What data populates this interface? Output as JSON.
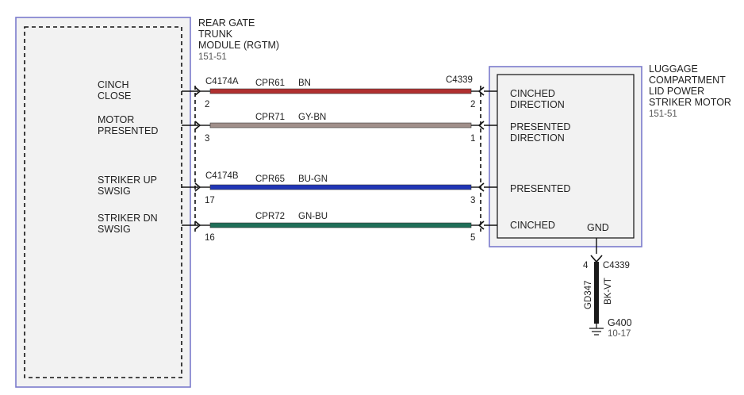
{
  "colors": {
    "module_border": "#7b7bcc",
    "module_fill": "#f2f2f2",
    "wire_bn": "#b03030",
    "wire_gy_bn": "#a08f8a",
    "wire_bu_gn": "#2035b5",
    "wire_gn_bu": "#1f6e58",
    "wire_bk_vt": "#1a1a1a"
  },
  "left_module": {
    "name_lines": [
      "REAR GATE",
      "TRUNK",
      "MODULE (RGTM)"
    ],
    "ref": "151-51",
    "pins": [
      {
        "lines": [
          "CINCH",
          "CLOSE"
        ]
      },
      {
        "lines": [
          "MOTOR",
          "PRESENTED"
        ]
      },
      {
        "lines": [
          "STRIKER UP",
          "SWSIG"
        ]
      },
      {
        "lines": [
          "STRIKER DN",
          "SWSIG"
        ]
      }
    ]
  },
  "right_module": {
    "name_lines": [
      "LUGGAGE",
      "COMPARTMENT",
      "LID POWER",
      "STRIKER MOTOR"
    ],
    "ref": "151-51",
    "pins": [
      {
        "lines": [
          "CINCHED",
          "DIRECTION"
        ]
      },
      {
        "lines": [
          "PRESENTED",
          "DIRECTION"
        ]
      },
      {
        "lines": [
          "PRESENTED"
        ]
      },
      {
        "lines": [
          "CINCHED"
        ]
      }
    ],
    "gnd_label": "GND"
  },
  "connectors": {
    "left_a": "C4174A",
    "left_b": "C4174B",
    "right": "C4339"
  },
  "wires": [
    {
      "circuit": "CPR61",
      "color_code": "BN",
      "left_pin": "2",
      "right_pin": "2"
    },
    {
      "circuit": "CPR71",
      "color_code": "GY-BN",
      "left_pin": "3",
      "right_pin": "1"
    },
    {
      "circuit": "CPR65",
      "color_code": "BU-GN",
      "left_pin": "17",
      "right_pin": "3"
    },
    {
      "circuit": "CPR72",
      "color_code": "GN-BU",
      "left_pin": "16",
      "right_pin": "5"
    }
  ],
  "ground": {
    "pin": "4",
    "connector": "C4339",
    "circuit": "GD347",
    "color_code": "BK-VT",
    "ground_point": "G400",
    "ground_ref": "10-17"
  }
}
